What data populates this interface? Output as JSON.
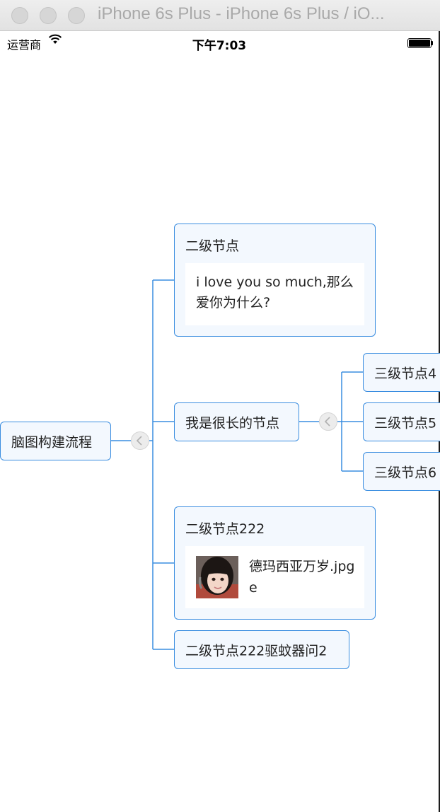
{
  "window": {
    "title": "iPhone 6s Plus - iPhone 6s Plus / iO..."
  },
  "status_bar": {
    "carrier": "运营商",
    "time": "下午7:03"
  },
  "mindmap": {
    "root": "脑图构建流程",
    "level2": {
      "note_card_title": "二级节点",
      "note_text_line1": "i love you so much,那么",
      "note_text_line2": "爱你为什么?",
      "long_node": "我是很长的节点",
      "image_card_title": "二级节点222",
      "image_name_line1": "德玛西亚万岁.jpg",
      "image_name_line2": "e",
      "last_node": "二级节点222驱蚊器问2"
    },
    "level3": [
      "三级节点4",
      "三级节点5",
      "三级节点6"
    ]
  },
  "colors": {
    "node_border": "#3a8de0",
    "node_fill": "#f3f8fe",
    "connector": "#3a8de0"
  }
}
